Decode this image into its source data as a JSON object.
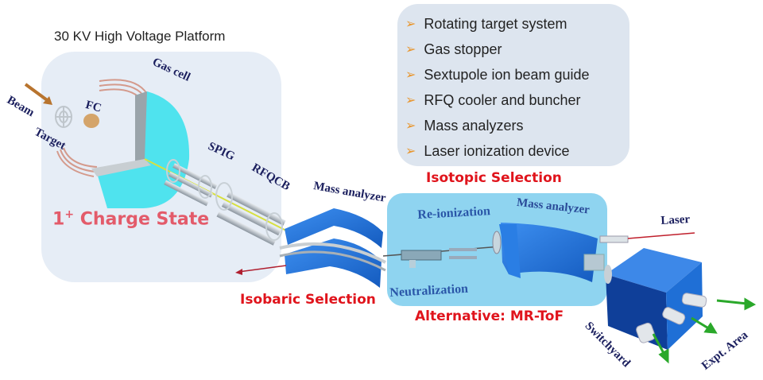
{
  "platform": {
    "title": "30 KV High Voltage Platform",
    "charge_state_main": "1",
    "charge_state_sup": "+",
    "charge_state_rest": " Charge State"
  },
  "features": {
    "bullet_icon": "arrow-bullet-icon",
    "items": [
      "Rotating target system",
      "Gas stopper",
      "Sextupole ion beam guide",
      "RFQ cooler and buncher",
      "Mass analyzers",
      "Laser ionization device"
    ]
  },
  "labels": {
    "beam": "Beam",
    "target": "Target",
    "fc": "FC",
    "gas_cell": "Gas cell",
    "spig": "SPIG",
    "rfqcb": "RFQCB",
    "mass_analyzer_1": "Mass analyzer",
    "re_ionization": "Re-ionization",
    "mass_analyzer_2": "Mass analyzer",
    "laser": "Laser",
    "neutralization": "Neutralization",
    "switchyard": "Switchyard",
    "expt_area": "Expt. Area"
  },
  "selections": {
    "isotopic": "Isotopic Selection",
    "isobaric": "Isobaric Selection",
    "alternative": "Alternative: MR-ToF"
  },
  "colors": {
    "platform_bg": "#e6edf6",
    "features_bg": "#dde5ef",
    "isotopic_bg": "#8fd4f0",
    "accent_red": "#e0141c",
    "magnet_blue": "#1f6fd6",
    "gas_cell_cyan": "#4fe3ee"
  }
}
